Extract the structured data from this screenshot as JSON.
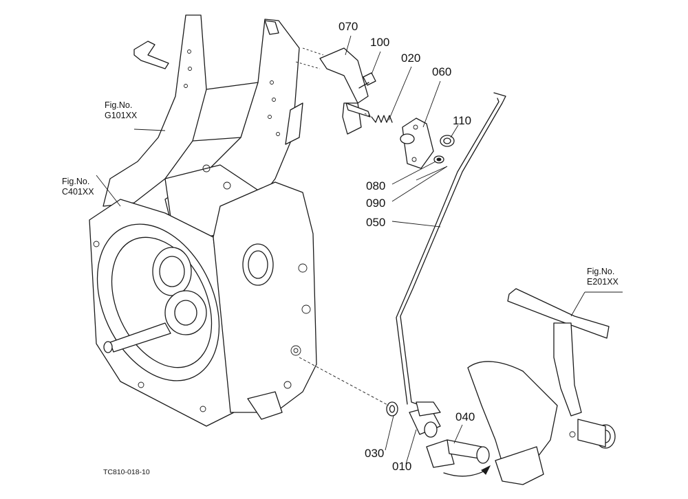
{
  "refs": {
    "g101": {
      "line1": "Fig.No.",
      "line2": "G101XX"
    },
    "c401": {
      "line1": "Fig.No.",
      "line2": "C401XX"
    },
    "e201": {
      "line1": "Fig.No.",
      "line2": "E201XX"
    }
  },
  "parts": {
    "p070": "070",
    "p100": "100",
    "p020": "020",
    "p060": "060",
    "p110": "110",
    "p080": "080",
    "p090": "090",
    "p050": "050",
    "p040": "040",
    "p030": "030",
    "p010": "010"
  },
  "drawing_code": "TC810-018-10"
}
